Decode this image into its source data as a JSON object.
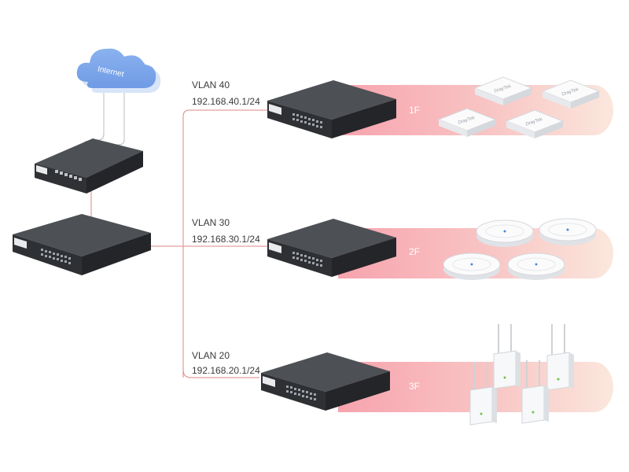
{
  "cloud": {
    "label": "Internet"
  },
  "brand": "DrayTek",
  "colors": {
    "link": "#e07d7d",
    "band_start": "#f5a5b0",
    "band_end": "#fbe6dc",
    "cloud": "#7fa8ea",
    "device_top": "#4a4d52",
    "device_front": "#2e3034"
  },
  "vlans": [
    {
      "name": "VLAN 40",
      "ip": "192.168.40.1/24",
      "floor": "1F",
      "ap_type": "ceiling-square"
    },
    {
      "name": "VLAN 30",
      "ip": "192.168.30.1/24",
      "floor": "2F",
      "ap_type": "ceiling-round"
    },
    {
      "name": "VLAN 20",
      "ip": "192.168.20.1/24",
      "floor": "3F",
      "ap_type": "outdoor-antenna"
    }
  ]
}
